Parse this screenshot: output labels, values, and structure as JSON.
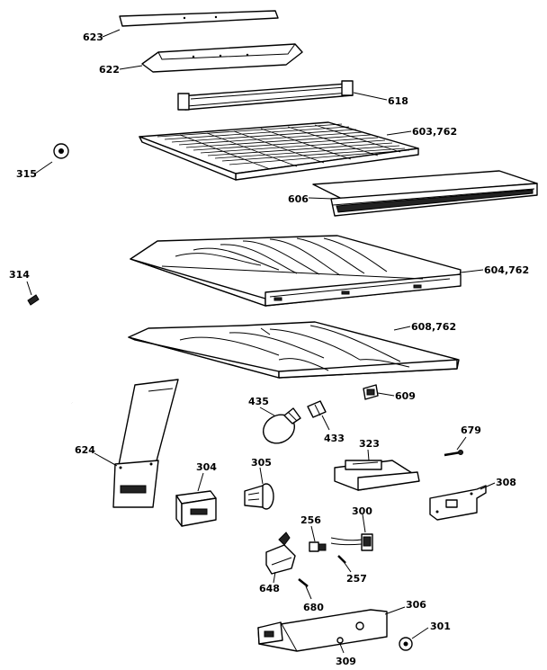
{
  "diagram": {
    "parts": [
      {
        "id": "623",
        "label": "623"
      },
      {
        "id": "622",
        "label": "622"
      },
      {
        "id": "618",
        "label": "618"
      },
      {
        "id": "603",
        "label": "603,762"
      },
      {
        "id": "606",
        "label": "606"
      },
      {
        "id": "604",
        "label": "604,762"
      },
      {
        "id": "608",
        "label": "608,762"
      },
      {
        "id": "315",
        "label": "315"
      },
      {
        "id": "314",
        "label": "314"
      },
      {
        "id": "609",
        "label": "609"
      },
      {
        "id": "435",
        "label": "435"
      },
      {
        "id": "433",
        "label": "433"
      },
      {
        "id": "624",
        "label": "624"
      },
      {
        "id": "304",
        "label": "304"
      },
      {
        "id": "305",
        "label": "305"
      },
      {
        "id": "323",
        "label": "323"
      },
      {
        "id": "679",
        "label": "679"
      },
      {
        "id": "308",
        "label": "308"
      },
      {
        "id": "256",
        "label": "256"
      },
      {
        "id": "300",
        "label": "300"
      },
      {
        "id": "257",
        "label": "257"
      },
      {
        "id": "648",
        "label": "648"
      },
      {
        "id": "680",
        "label": "680"
      },
      {
        "id": "306",
        "label": "306"
      },
      {
        "id": "301",
        "label": "301"
      },
      {
        "id": "309",
        "label": "309"
      }
    ]
  }
}
